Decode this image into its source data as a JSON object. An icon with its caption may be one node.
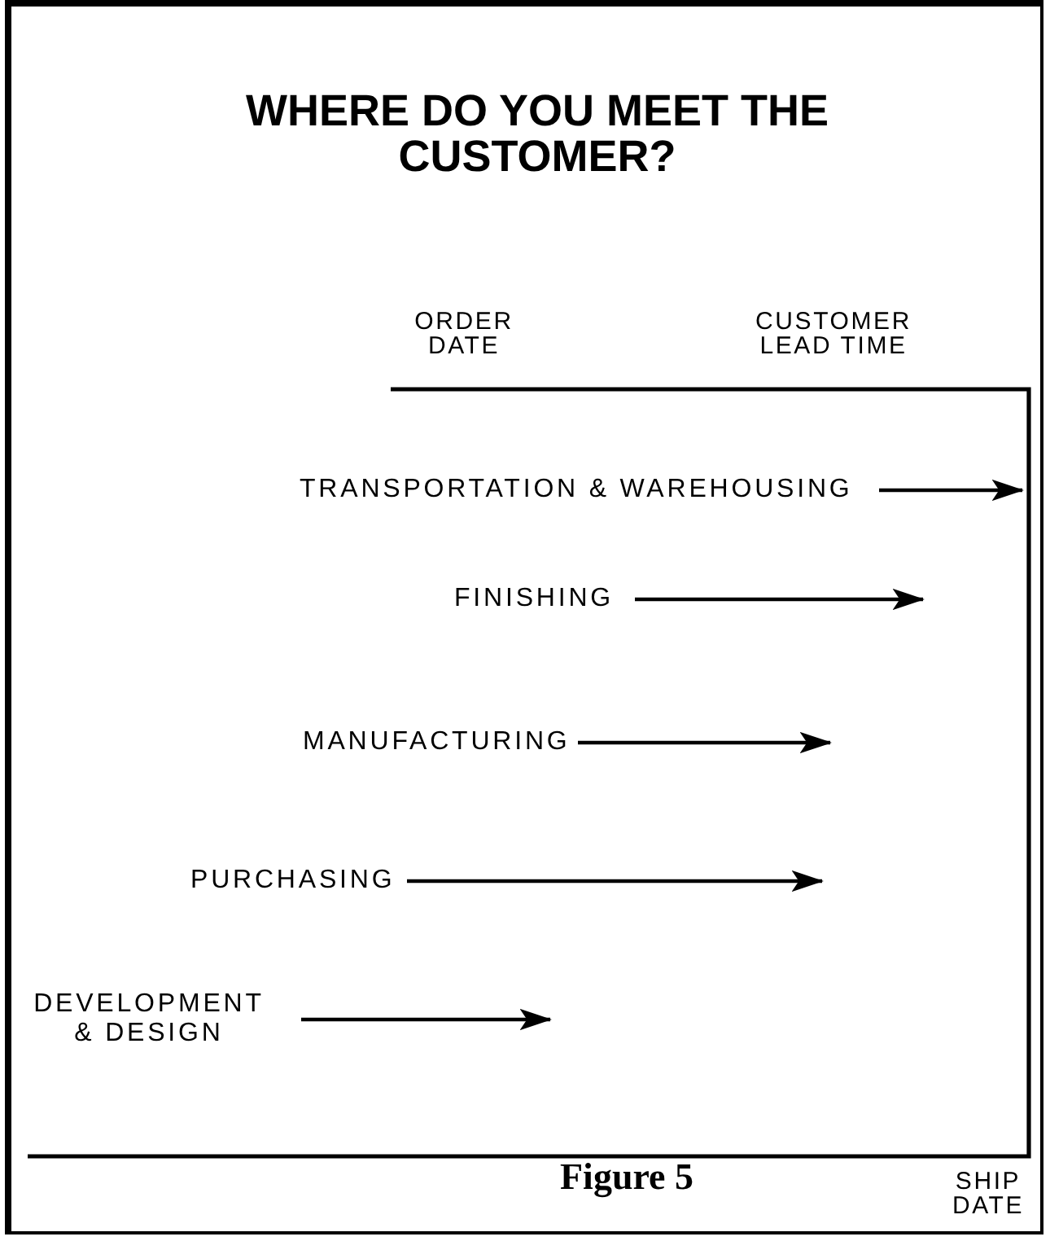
{
  "diagram": {
    "title": "WHERE DO YOU MEET THE CUSTOMER?",
    "caption": "Figure 5",
    "nodes": [
      {
        "text": [
          "TRANSPORTATION & WAREHOUSING"
        ]
      },
      {
        "text": [
          "FINISHING"
        ]
      },
      {
        "text": [
          "MANUFACTURING"
        ]
      },
      {
        "text": [
          "PURCHASING"
        ]
      },
      {
        "text": [
          "DEVELOPMENT & DESIGN"
        ]
      }
    ],
    "edges": [
      {
        "from": 0,
        "to": null,
        "arrow": "to"
      },
      {
        "from": 1,
        "to": null,
        "arrow": "to"
      },
      {
        "from": 2,
        "to": null,
        "arrow": "to"
      },
      {
        "from": 3,
        "to": null,
        "arrow": "to"
      },
      {
        "from": 4,
        "to": null,
        "arrow": "to"
      }
    ],
    "labels": [
      "ORDER DATE",
      "CUSTOMER LEAD TIME",
      "SHIP DATE"
    ]
  }
}
